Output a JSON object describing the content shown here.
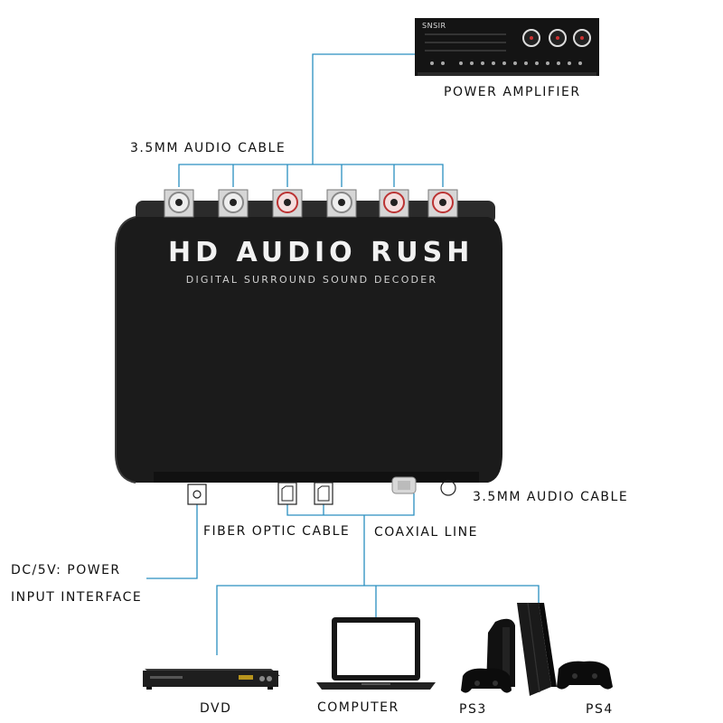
{
  "labels": {
    "power_amplifier": "POWER AMPLIFIER",
    "audio_cable_top": "3.5MM AUDIO CABLE",
    "audio_cable_right": "3.5MM AUDIO CABLE",
    "fiber_optic": "FIBER OPTIC CABLE",
    "coaxial": "COAXIAL LINE",
    "dc_power_line1": "DC/5V: POWER",
    "dc_power_line2": "INPUT INTERFACE",
    "dvd": "DVD",
    "computer": "COMPUTER",
    "ps3": "PS3",
    "ps4": "PS4"
  },
  "device": {
    "title": "HD AUDIO RUSH",
    "subtitle": "DIGITAL SURROUND SOUND DECODER"
  },
  "amplifier": {
    "brand": "SNSIR"
  },
  "colors": {
    "line": "#2a8fc0",
    "device_body": "#1b1b1b"
  },
  "icons": [
    "amplifier-icon",
    "rca-jack-icon",
    "dc-port-icon",
    "optical-port-icon",
    "coaxial-port-icon",
    "audio-jack-icon",
    "dvd-player-icon",
    "laptop-icon",
    "ps3-console-icon",
    "ps4-console-icon",
    "gamepad-icon"
  ]
}
